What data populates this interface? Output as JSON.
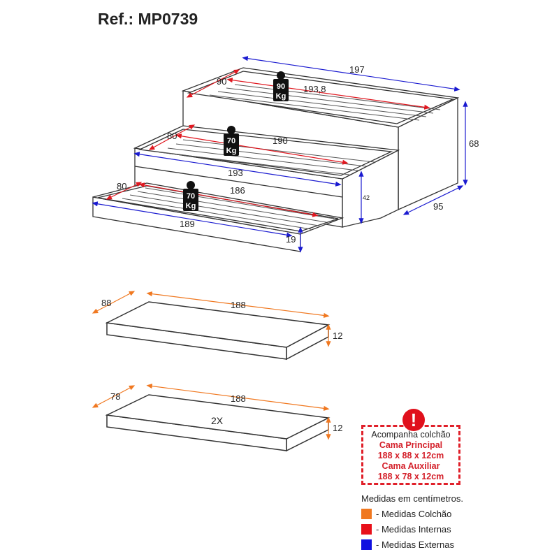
{
  "title": "Ref.: MP0739",
  "bed_dimensions": {
    "total_length": "197",
    "top_width_internal": "90",
    "top_length_internal": "193,8",
    "height": "68",
    "depth": "95",
    "middle_width_internal": "80",
    "middle_length_internal": "190",
    "middle_length_external": "193",
    "middle_height": "42",
    "bottom_width_internal": "80",
    "bottom_length_internal": "186",
    "bottom_length_external": "189",
    "bottom_height": "19"
  },
  "weights": [
    {
      "value": "90",
      "unit": "Kg"
    },
    {
      "value": "70",
      "unit": "Kg"
    },
    {
      "value": "70",
      "unit": "Kg"
    }
  ],
  "mattress_main": {
    "width": "88",
    "length": "188",
    "height": "12"
  },
  "mattress_aux": {
    "width": "78",
    "length": "188",
    "height": "12",
    "quantity": "2X"
  },
  "notice": {
    "icon": "!",
    "heading": "Acompanha colchão",
    "main_label": "Cama Principal",
    "main_size": "188 x 88 x 12cm",
    "aux_label": "Cama Auxiliar",
    "aux_size": "188 x 78 x 12cm"
  },
  "legend": {
    "unit_note": "Medidas em centímetros.",
    "items": [
      {
        "label": "- Medidas Colchão",
        "color": "#f07820"
      },
      {
        "label": "- Medidas Internas",
        "color": "#e8101a"
      },
      {
        "label": "- Medidas Externas",
        "color": "#1010e0"
      }
    ]
  }
}
